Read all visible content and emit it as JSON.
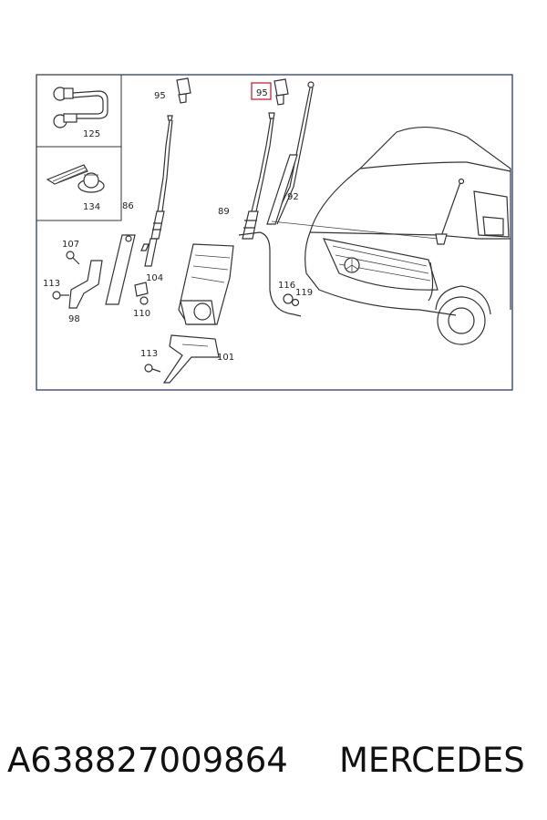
{
  "diagram": {
    "colors": {
      "frame": "#1a2a6e",
      "highlight": "#cc2233",
      "lines": "#333333"
    },
    "callouts": {
      "c125": "125",
      "c134": "134",
      "c95a": "95",
      "c95b": "95",
      "c92": "92",
      "c86": "86",
      "c89": "89",
      "c107": "107",
      "c113a": "113",
      "c98": "98",
      "c104": "104",
      "c110": "110",
      "c116": "116",
      "c119": "119",
      "c113b": "113",
      "c101": "101"
    },
    "highlighted_callout": "95"
  },
  "footer": {
    "part_number": "A638827009864",
    "brand": "MERCEDES"
  }
}
